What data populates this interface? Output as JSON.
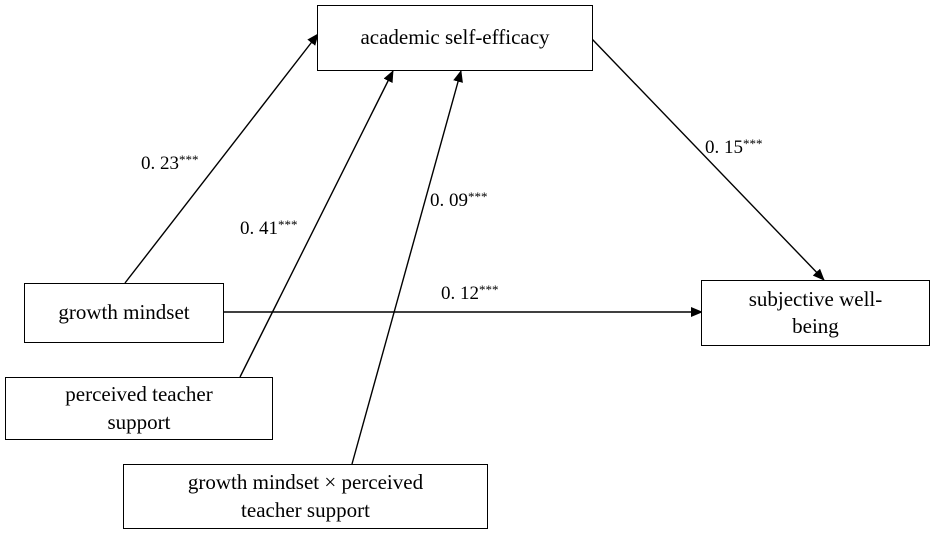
{
  "nodes": {
    "mediator": "academic self-efficacy",
    "predictor": "growth mindset",
    "moderator": "perceived teacher support",
    "interaction": "growth mindset × perceived teacher support",
    "outcome": "subjective well-being"
  },
  "node_lines": {
    "moderator_l1": "perceived teacher",
    "moderator_l2": "support",
    "interaction_l1": "growth mindset × perceived",
    "interaction_l2": "teacher support",
    "outcome_l1": "subjective well-",
    "outcome_l2": "being"
  },
  "paths": {
    "growth_mindset_to_efficacy": {
      "value": "0. 23",
      "sig": "***"
    },
    "teacher_support_to_efficacy": {
      "value": "0. 41",
      "sig": "***"
    },
    "interaction_to_efficacy": {
      "value": "0. 09",
      "sig": "***"
    },
    "efficacy_to_wellbeing": {
      "value": "0. 15",
      "sig": "***"
    },
    "growth_mindset_to_wellbeing": {
      "value": "0. 12",
      "sig": "***"
    }
  },
  "colors": {
    "line": "#000000",
    "text": "#000000",
    "background": "#ffffff"
  }
}
